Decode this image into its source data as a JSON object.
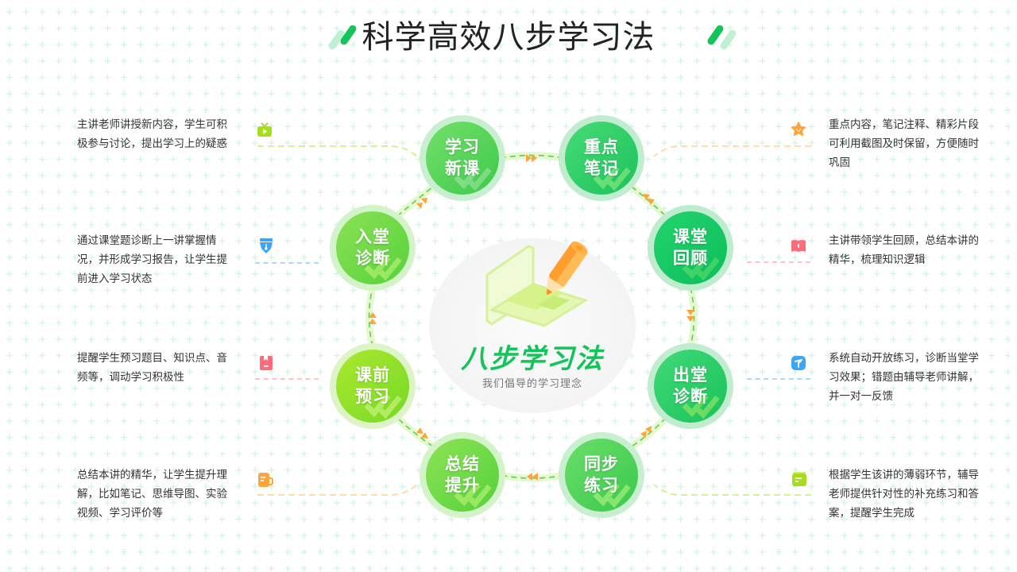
{
  "title": "科学高效八步学习法",
  "colors": {
    "accent_green": "#12c45a",
    "accent_light": "#bdf0cf",
    "arrow_orange": "#ffa43a",
    "text": "#333333",
    "grid_plus": "#c9f1df"
  },
  "center": {
    "title": "八步学习法",
    "subtitle": "我们倡导的学习理念",
    "illustration": "laptop-pencil-illustration"
  },
  "steps": [
    {
      "order": 1,
      "line1": "课前",
      "line2": "预习",
      "icon": "bookmark-icon",
      "icon_color": "#ff6b7a",
      "description": "提醒学生预习题目、知识点、音频等，调动学习积极性"
    },
    {
      "order": 2,
      "line1": "入堂",
      "line2": "诊断",
      "icon": "pen-nib-icon",
      "icon_color": "#3aa6f5",
      "description": "通过课堂题诊断上一讲掌握情况，并形成学习报告，让学生提前进入学习状态"
    },
    {
      "order": 3,
      "line1": "学习",
      "line2": "新课",
      "icon": "tv-play-icon",
      "icon_color": "#a6dd1e",
      "description": "主讲老师讲授新内容，学生可积极参与讨论，提出学习上的疑惑"
    },
    {
      "order": 4,
      "line1": "重点",
      "line2": "笔记",
      "icon": "star-face-icon",
      "icon_color": "#ffa43a",
      "description": "重点内容，笔记注释、精彩片段可利用截图及时保留，方便随时巩固"
    },
    {
      "order": 5,
      "line1": "课堂",
      "line2": "回顾",
      "icon": "open-book-icon",
      "icon_color": "#ff6b7a",
      "description": "主讲带领学生回顾，总结本讲的精华，梳理知识逻辑"
    },
    {
      "order": 6,
      "line1": "出堂",
      "line2": "诊断",
      "icon": "send-icon",
      "icon_color": "#3aa6f5",
      "description": "系统自动开放练习，诊断当堂学习效果；错题由辅导老师讲解，并一对一反馈"
    },
    {
      "order": 7,
      "line1": "同步",
      "line2": "练习",
      "icon": "folder-doc-icon",
      "icon_color": "#a6dd1e",
      "description": "根据学生该讲的薄弱环节，辅导老师提供针对性的补充练习和答案，提醒学生完成"
    },
    {
      "order": 8,
      "line1": "总结",
      "line2": "提升",
      "icon": "mug-notes-icon",
      "icon_color": "#ffa43a",
      "description": "总结本讲的精华，让学生提升理解，比如笔记、思维导图、实验视频、学习评价等"
    }
  ]
}
